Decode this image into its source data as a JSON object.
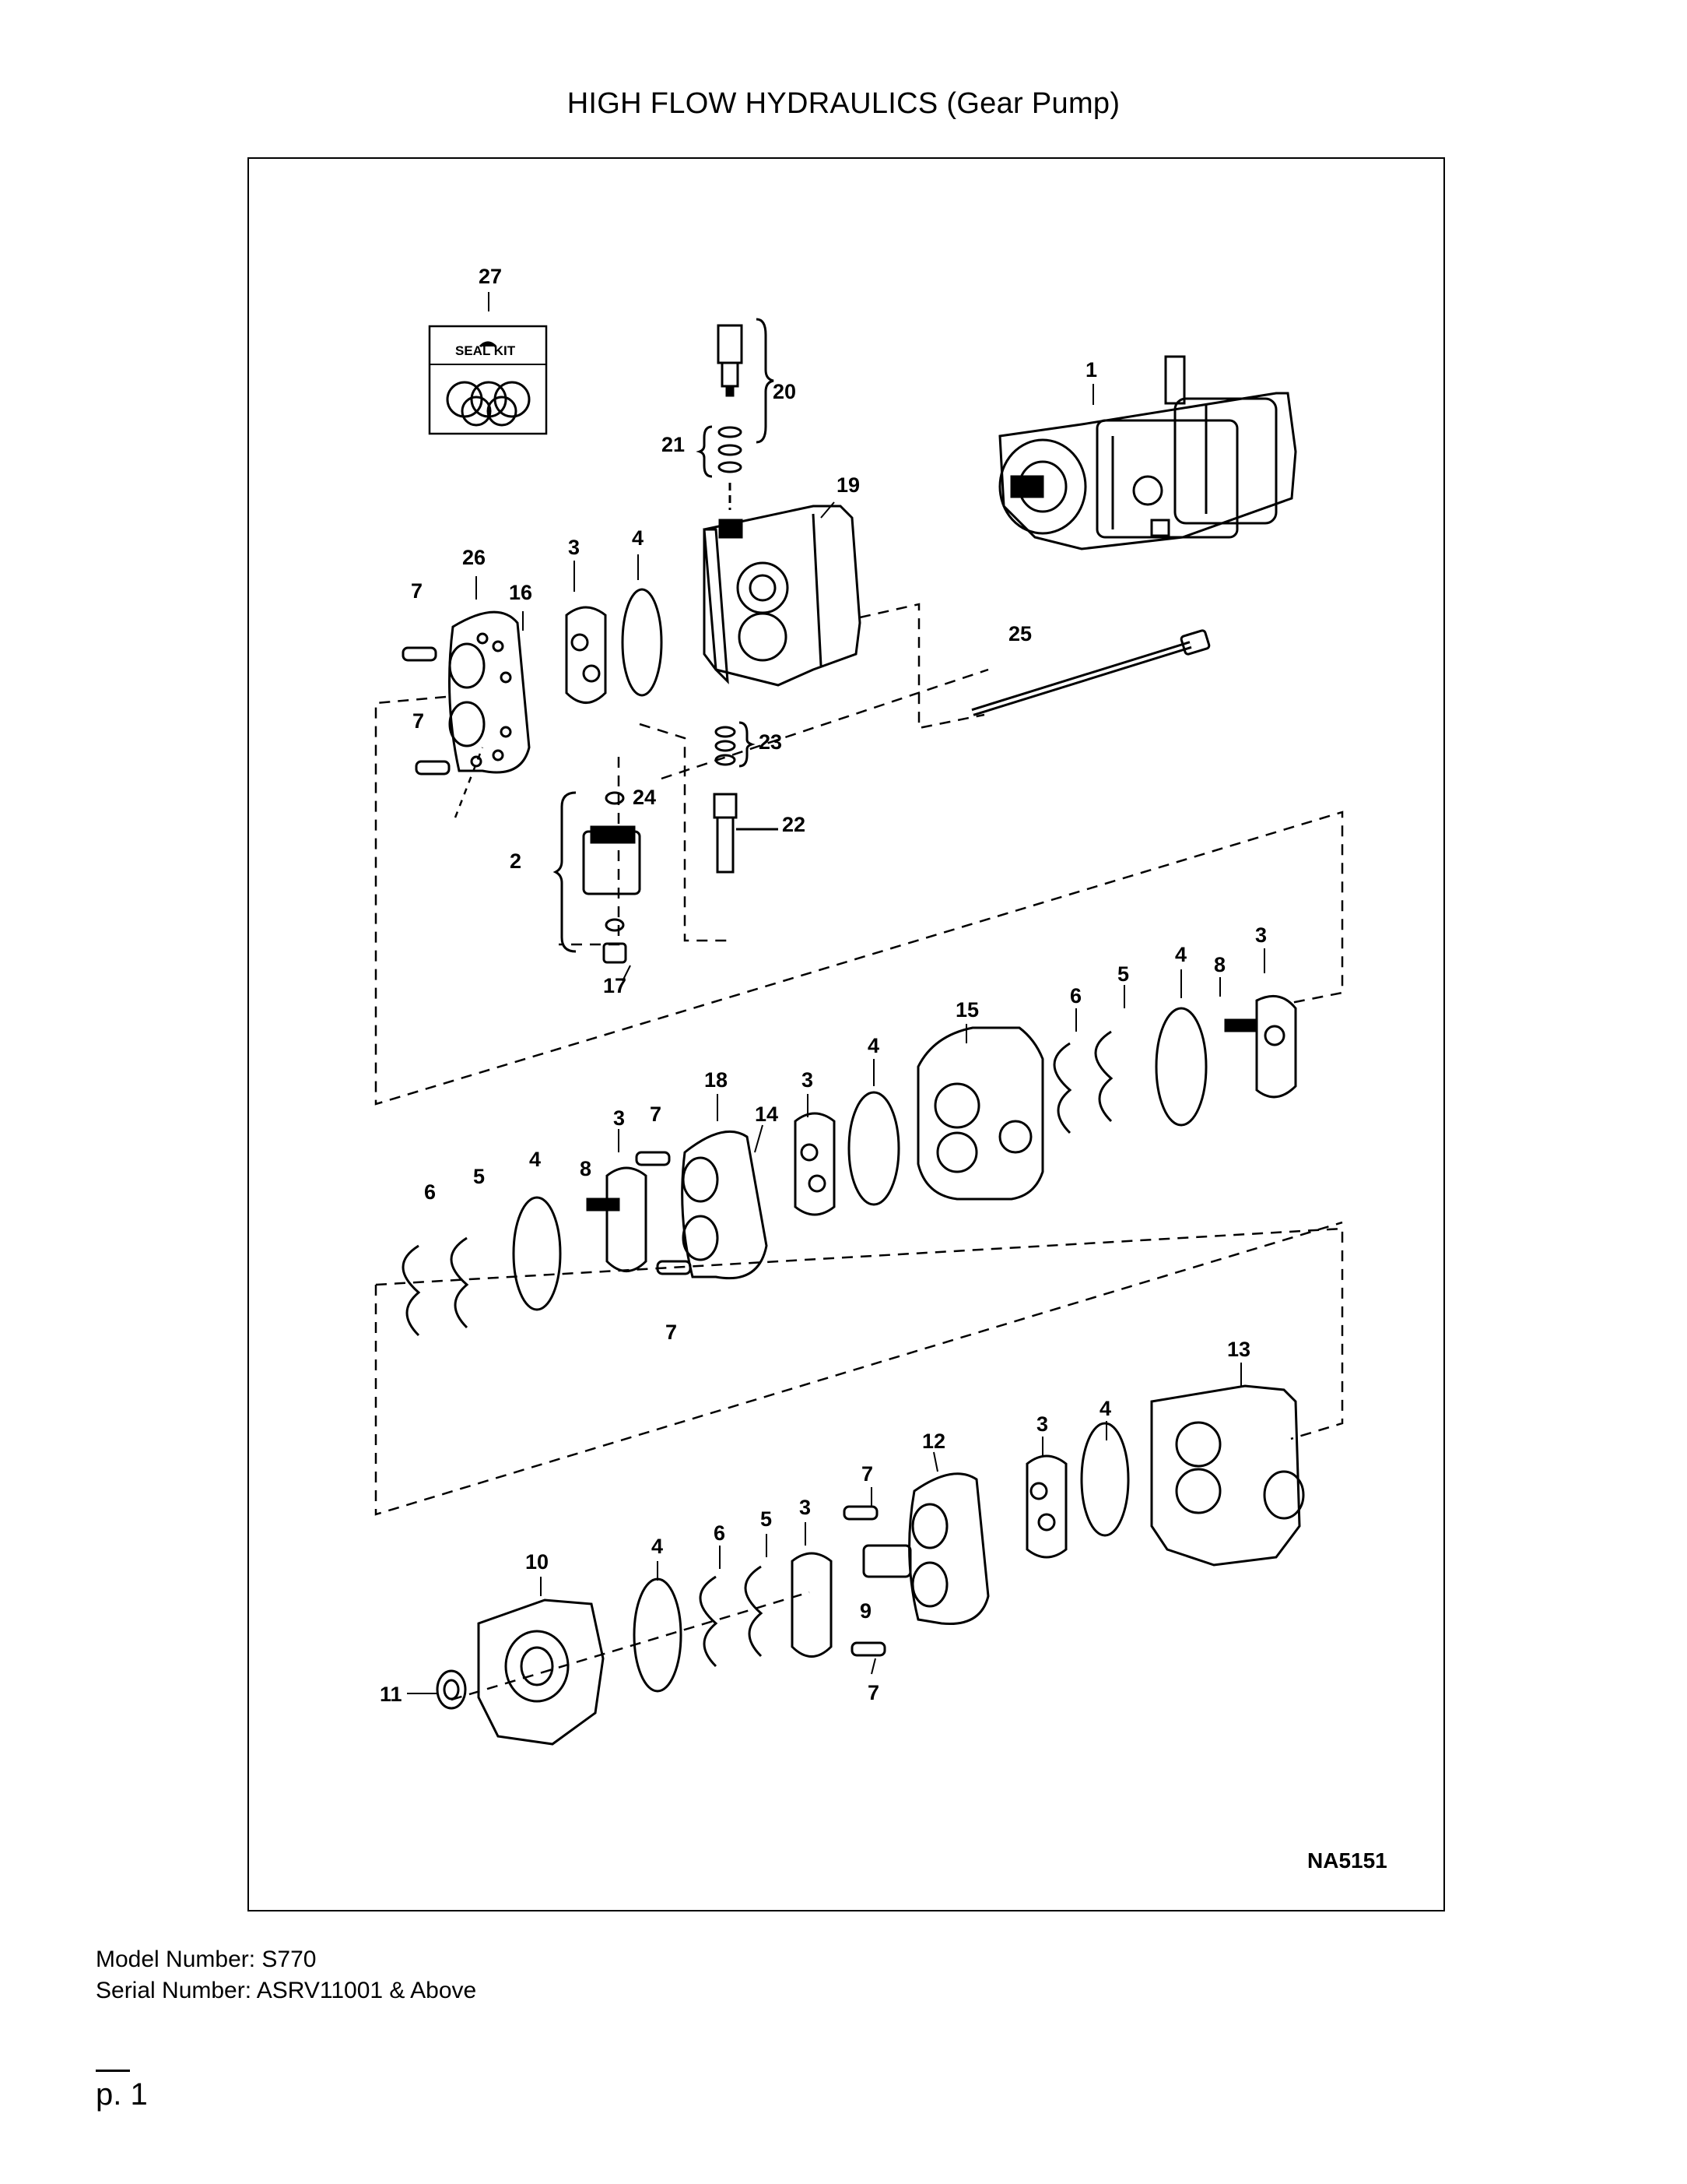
{
  "page": {
    "title": "HIGH FLOW HYDRAULICS (Gear Pump)",
    "drawing_code": "NA5151",
    "model_line": "Model Number: S770",
    "serial_line": "Serial Number: ASRV11001 & Above",
    "page_number": "p. 1"
  },
  "seal_kit": {
    "label": "SEAL KIT"
  },
  "callouts": {
    "c1": "1",
    "c2": "2",
    "c3a": "3",
    "c3b": "3",
    "c3c": "3",
    "c3d": "3",
    "c3e": "3",
    "c3f": "3",
    "c4a": "4",
    "c4b": "4",
    "c4c": "4",
    "c4d": "4",
    "c4e": "4",
    "c4f": "4",
    "c5a": "5",
    "c5b": "5",
    "c5c": "5",
    "c6a": "6",
    "c6b": "6",
    "c6c": "6",
    "c7a": "7",
    "c7b": "7",
    "c7c": "7",
    "c7d": "7",
    "c7e": "7",
    "c7f": "7",
    "c8a": "8",
    "c8b": "8",
    "c9": "9",
    "c10": "10",
    "c11": "11",
    "c12": "12",
    "c13": "13",
    "c14": "14",
    "c15": "15",
    "c16": "16",
    "c17": "17",
    "c18": "18",
    "c19": "19",
    "c20": "20",
    "c21": "21",
    "c22": "22",
    "c23": "23",
    "c24": "24",
    "c25": "25",
    "c26": "26",
    "c27": "27"
  }
}
